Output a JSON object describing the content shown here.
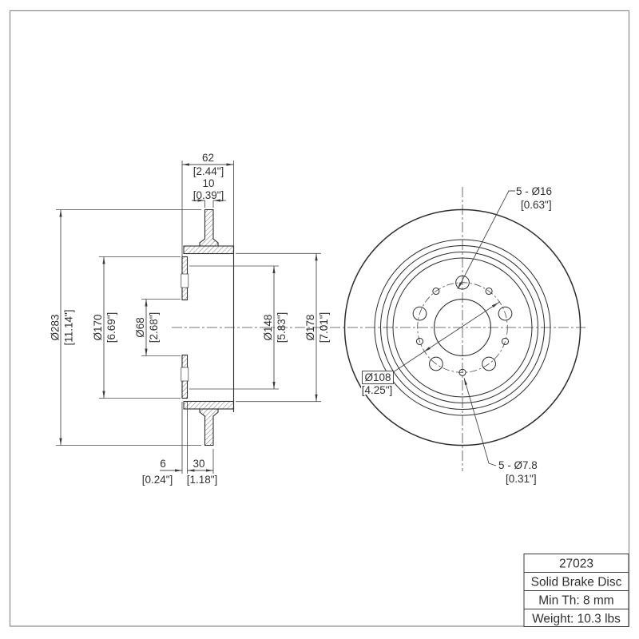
{
  "title_block": {
    "part_number": "27023",
    "description": "Solid Brake Disc",
    "min_thickness": "Min Th: 8 mm",
    "weight": "Weight: 10.3 lbs"
  },
  "dims": {
    "overall_width": {
      "mm": "62",
      "in": "[2.44\"]"
    },
    "disc_thickness": {
      "mm": "10",
      "in": "[0.39\"]"
    },
    "outer_dia": {
      "mm": "Ø283",
      "in": "[11.14\"]"
    },
    "flange_dia": {
      "mm": "Ø170",
      "in": "[6.69\"]"
    },
    "bore_dia": {
      "mm": "Ø68",
      "in": "[2.68\"]"
    },
    "recess_dia": {
      "mm": "Ø148",
      "in": "[5.83\"]"
    },
    "inner_dia": {
      "mm": "Ø178",
      "in": "[7.01\"]"
    },
    "wall_thickness": {
      "mm": "6",
      "in": "[0.24\"]"
    },
    "hat_depth": {
      "mm": "30",
      "in": "[1.18\"]"
    },
    "bolt_holes": {
      "mm": "5 - Ø16",
      "in": "[0.63\"]"
    },
    "bolt_circle_dia": {
      "mm": "Ø108",
      "in": "[4.25\"]"
    },
    "access_holes": {
      "mm": "5 - Ø7.8",
      "in": "[0.31\"]"
    }
  },
  "colors": {
    "object_line": "#2e2e2e",
    "thin_line": "#4a4a4a",
    "border": "#8a8a8a",
    "background": "#ffffff"
  }
}
